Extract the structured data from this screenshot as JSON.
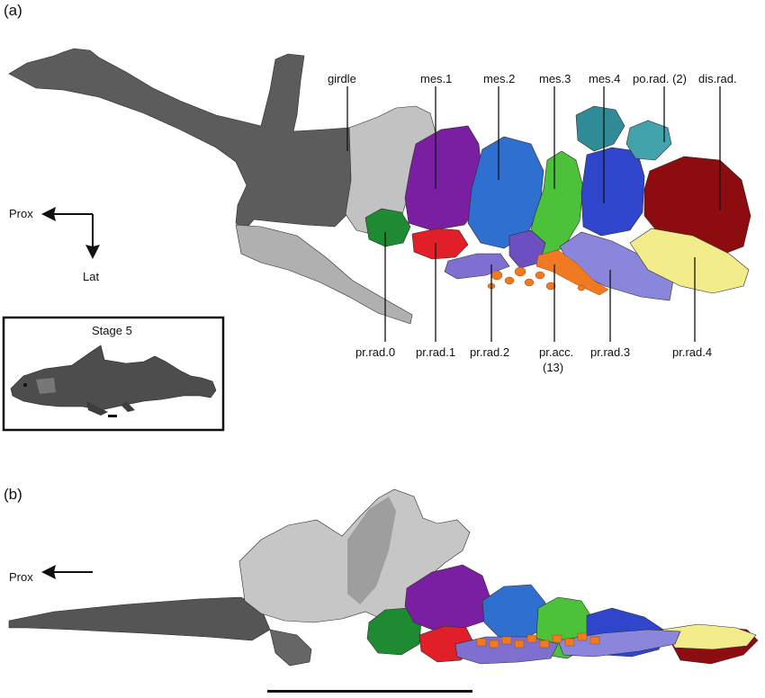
{
  "panel_a": {
    "letter": "(a)",
    "labels_top": [
      "girdle",
      "mes.1",
      "mes.2",
      "mes.3",
      "mes.4",
      "po.rad. (2)",
      "dis.rad."
    ],
    "labels_bottom": [
      "pr.rad.0",
      "pr.rad.1",
      "pr.rad.2",
      "pr.acc.",
      "(13)",
      "pr.rad.3",
      "pr.rad.4"
    ],
    "axis_prox": "Prox",
    "axis_lat": "Lat",
    "inset_title": "Stage 5"
  },
  "panel_b": {
    "letter": "(b)",
    "axis_prox": "Prox"
  },
  "colors": {
    "girdle_dark": "#5a5a5a",
    "girdle_light": "#bdbdbd",
    "mes1": "#7a1fa2",
    "mes2": "#2f6fd0",
    "mes3": "#4cc23a",
    "mes4": "#2f46cc",
    "po_rad": "#2f8b96",
    "dis_rad": "#8c0c10",
    "pr_rad0": "#1e8a32",
    "pr_rad1": "#e01f28",
    "pr_rad2": "#7f6fd0",
    "pr_acc": "#f07a22",
    "pr_rad3": "#8a86dc",
    "pr_rad4": "#f2ec8a"
  }
}
